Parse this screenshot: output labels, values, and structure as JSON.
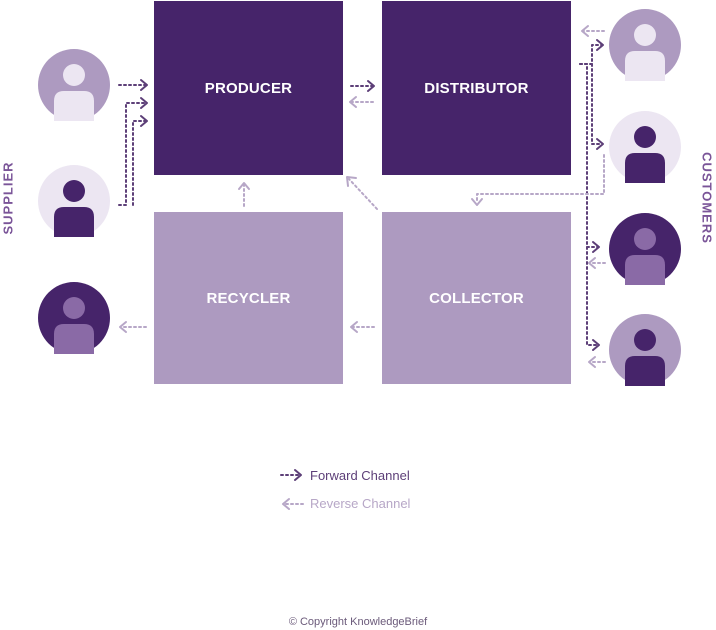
{
  "boxes": {
    "producer": "PRODUCER",
    "distributor": "DISTRIBUTOR",
    "recycler": "RECYCLER",
    "collector": "COLLECTOR"
  },
  "labels": {
    "supplier": "SUPPLIER",
    "customers": "CUSTOMERS"
  },
  "legend": {
    "forward": "Forward Channel",
    "reverse": "Reverse Channel"
  },
  "copyright": "© Copyright KnowledgeBrief",
  "colors": {
    "dark_purple": "#46246a",
    "light_purple": "#ad9ac0",
    "forward_arrow": "#5d3f78",
    "reverse_arrow": "#b7a7c7"
  },
  "icons": {
    "supplier_avatars": [
      "person-icon",
      "person-icon",
      "person-icon"
    ],
    "customer_avatars": [
      "person-icon",
      "person-icon",
      "person-icon",
      "person-icon"
    ]
  }
}
